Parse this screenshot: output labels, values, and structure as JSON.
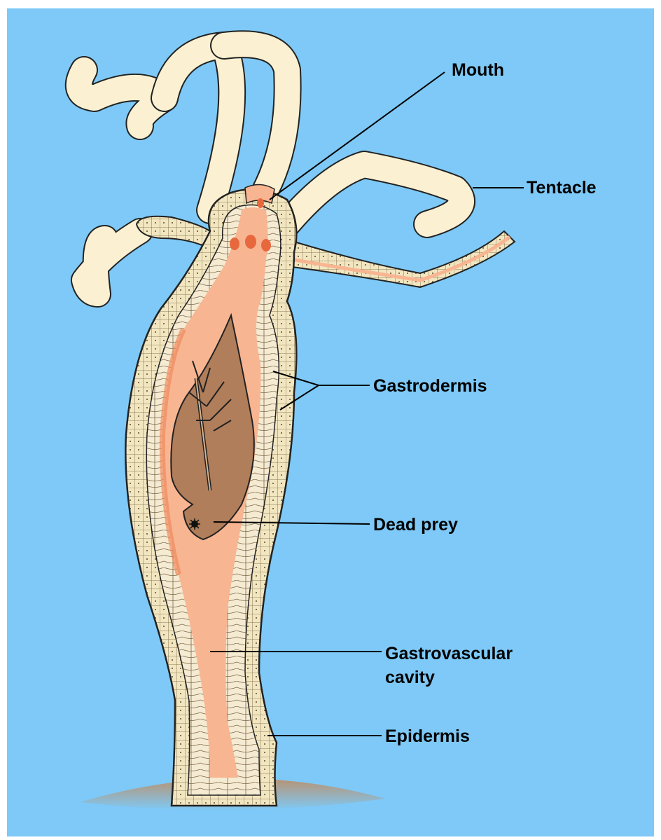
{
  "diagram": {
    "labels": {
      "mouth": "Mouth",
      "tentacle": "Tentacle",
      "gastrodermis": "Gastrodermis",
      "dead_prey": "Dead prey",
      "gastrovascular_cavity_line1": "Gastrovascular",
      "gastrovascular_cavity_line2": "cavity",
      "epidermis": "Epidermis"
    },
    "colors": {
      "background": "#7ec9f7",
      "tentacle": "#fbf1d2",
      "body_wall": "#f2e6c0",
      "cavity": "#f8b592",
      "cavity_edge": "#ef8a5e",
      "prey": "#b07e5a",
      "mouth_spots": "#e8683e",
      "substrate": "#b89270"
    }
  }
}
